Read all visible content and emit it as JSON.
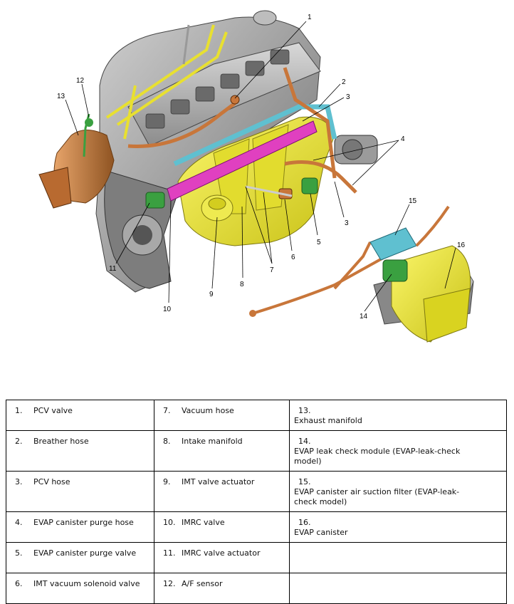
{
  "callouts": [
    "1",
    "2",
    "3",
    "4",
    "3",
    "5",
    "6",
    "7",
    "8",
    "9",
    "10",
    "11",
    "12",
    "13",
    "14",
    "15",
    "16"
  ],
  "legend": [
    [
      {
        "num": "1.",
        "label": "PCV valve"
      },
      {
        "num": "7.",
        "label": "Vacuum hose"
      },
      {
        "num": "13.",
        "label": "Exhaust manifold"
      }
    ],
    [
      {
        "num": "2.",
        "label": "Breather hose"
      },
      {
        "num": "8.",
        "label": "Intake manifold"
      },
      {
        "num": "14.",
        "label": "EVAP leak check module (EVAP-leak-check model)"
      }
    ],
    [
      {
        "num": "3.",
        "label": "PCV hose"
      },
      {
        "num": "9.",
        "label": "IMT valve actuator"
      },
      {
        "num": "15.",
        "label": "EVAP canister air suction filter (EVAP-leak-check model)"
      }
    ],
    [
      {
        "num": "4.",
        "label": "EVAP canister purge hose"
      },
      {
        "num": "10.",
        "label": "IMRC valve"
      },
      {
        "num": "16.",
        "label": "EVAP canister"
      }
    ],
    [
      {
        "num": "5.",
        "label": "EVAP canister purge valve"
      },
      {
        "num": "11.",
        "label": "IMRC valve actuator"
      },
      {
        "num": "",
        "label": ""
      }
    ],
    [
      {
        "num": "6.",
        "label": "IMT vacuum solenoid valve"
      },
      {
        "num": "12.",
        "label": "A/F sensor"
      },
      {
        "num": "",
        "label": ""
      }
    ]
  ],
  "colors": {
    "intake": "#f0ea2a",
    "hose": "#c8763a",
    "breather": "#5fc0d0",
    "imrc": "#e040c0",
    "valve": "#3aa040",
    "exhaust": "#d0883a",
    "engine": "#9a9a9a",
    "fuel": "#e8e030"
  }
}
